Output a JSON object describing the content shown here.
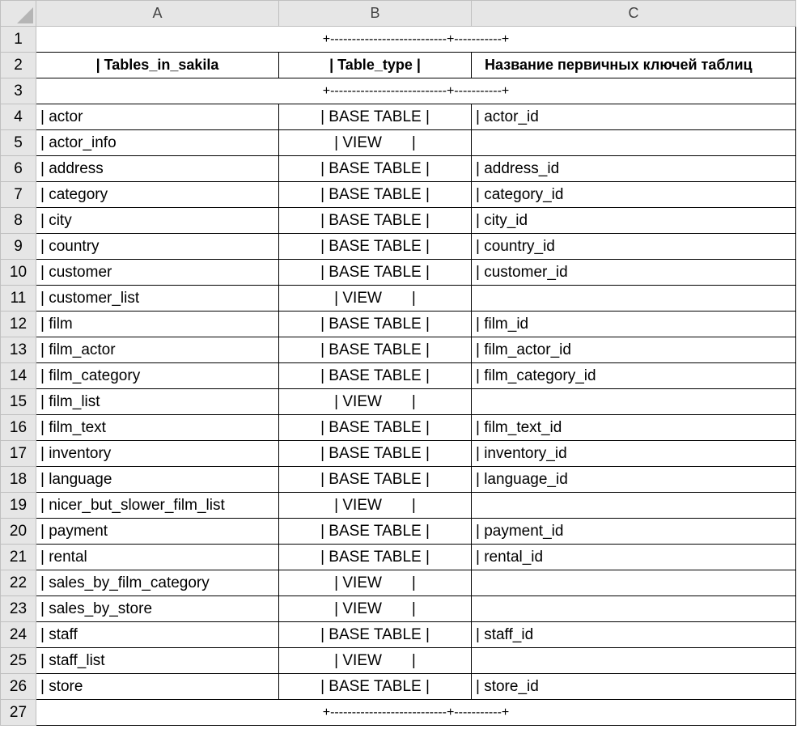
{
  "column_headers": [
    "A",
    "B",
    "C"
  ],
  "separator": "+---------------------------+-----------+",
  "header_row": {
    "a": "| Tables_in_sakila",
    "b": "| Table_type |",
    "c": "Название первичных ключей таблиц"
  },
  "rows": [
    {
      "a": "| actor",
      "b": "| BASE TABLE |",
      "c": "| actor_id"
    },
    {
      "a": "| actor_info",
      "b": "| VIEW       |",
      "c": ""
    },
    {
      "a": "| address",
      "b": "| BASE TABLE |",
      "c": "| address_id"
    },
    {
      "a": "| category",
      "b": "| BASE TABLE |",
      "c": "| category_id"
    },
    {
      "a": "| city",
      "b": "| BASE TABLE |",
      "c": "| city_id"
    },
    {
      "a": "| country",
      "b": "| BASE TABLE |",
      "c": "| country_id"
    },
    {
      "a": "| customer",
      "b": "| BASE TABLE |",
      "c": "| customer_id"
    },
    {
      "a": "| customer_list",
      "b": "| VIEW       |",
      "c": ""
    },
    {
      "a": "| film",
      "b": "| BASE TABLE |",
      "c": "| film_id"
    },
    {
      "a": "| film_actor",
      "b": "| BASE TABLE |",
      "c": "| film_actor_id"
    },
    {
      "a": "| film_category",
      "b": "| BASE TABLE |",
      "c": "| film_category_id"
    },
    {
      "a": "| film_list",
      "b": "| VIEW       |",
      "c": ""
    },
    {
      "a": "| film_text",
      "b": "| BASE TABLE |",
      "c": "| film_text_id"
    },
    {
      "a": "| inventory",
      "b": "| BASE TABLE |",
      "c": "| inventory_id"
    },
    {
      "a": "| language",
      "b": "| BASE TABLE |",
      "c": "| language_id"
    },
    {
      "a": "| nicer_but_slower_film_list",
      "b": "| VIEW       |",
      "c": ""
    },
    {
      "a": "| payment",
      "b": "| BASE TABLE |",
      "c": "| payment_id"
    },
    {
      "a": "| rental",
      "b": "| BASE TABLE |",
      "c": "| rental_id"
    },
    {
      "a": "| sales_by_film_category",
      "b": "| VIEW       |",
      "c": ""
    },
    {
      "a": "| sales_by_store",
      "b": "| VIEW       |",
      "c": ""
    },
    {
      "a": "| staff",
      "b": "| BASE TABLE |",
      "c": "| staff_id"
    },
    {
      "a": "| staff_list",
      "b": "| VIEW       |",
      "c": ""
    },
    {
      "a": "| store",
      "b": "| BASE TABLE |",
      "c": "| store_id"
    }
  ]
}
